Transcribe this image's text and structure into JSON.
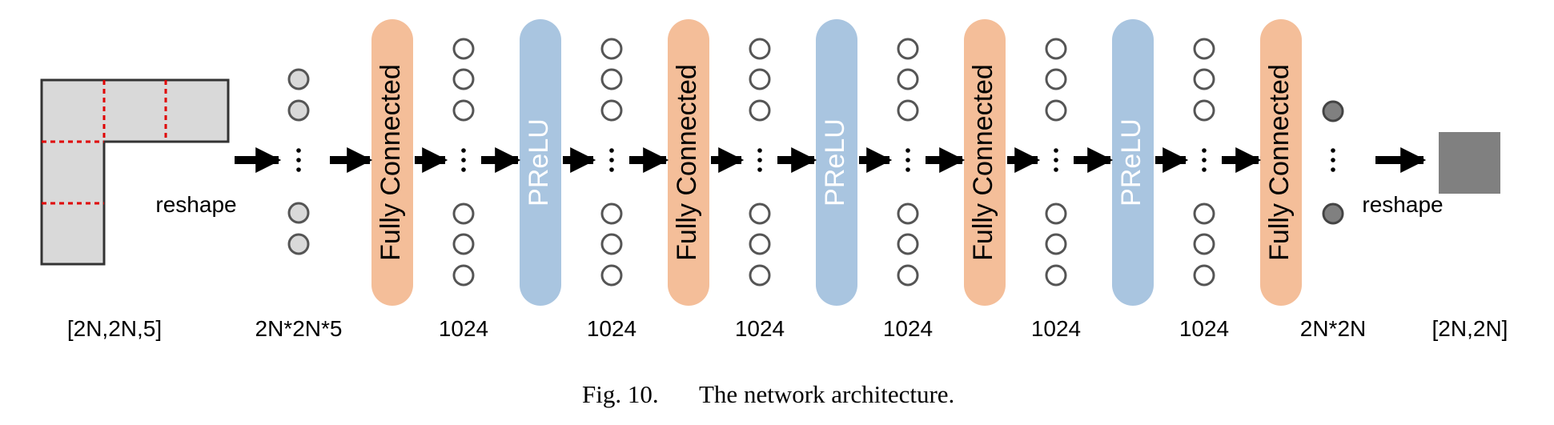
{
  "input": {
    "shape_label": "[2N,2N,5]"
  },
  "reshape_in_label": "reshape",
  "reshape_out_label": "reshape",
  "input_vector_label": "2N*2N*5",
  "blocks": [
    {
      "label": "Fully Connected",
      "kind": "fc"
    },
    {
      "label": "PReLU",
      "kind": "prelu"
    },
    {
      "label": "Fully Connected",
      "kind": "fc"
    },
    {
      "label": "PReLU",
      "kind": "prelu"
    },
    {
      "label": "Fully Connected",
      "kind": "fc"
    },
    {
      "label": "PReLU",
      "kind": "prelu"
    },
    {
      "label": "Fully Connected",
      "kind": "fc"
    }
  ],
  "layer_sizes": [
    "1024",
    "1024",
    "1024",
    "1024",
    "1024",
    "1024"
  ],
  "output_vector_label": "2N*2N",
  "output": {
    "shape_label": "[2N,2N]"
  },
  "caption": {
    "number": "Fig. 10.",
    "text": "The network architecture."
  },
  "colors": {
    "fc": "#F4BE99",
    "prelu": "#A9C5E0",
    "fc_text": "#000000",
    "prelu_text": "#FFFFFF",
    "input_fill": "#D9D9D9",
    "output_fill": "#808080",
    "dashed": "#E00000"
  }
}
